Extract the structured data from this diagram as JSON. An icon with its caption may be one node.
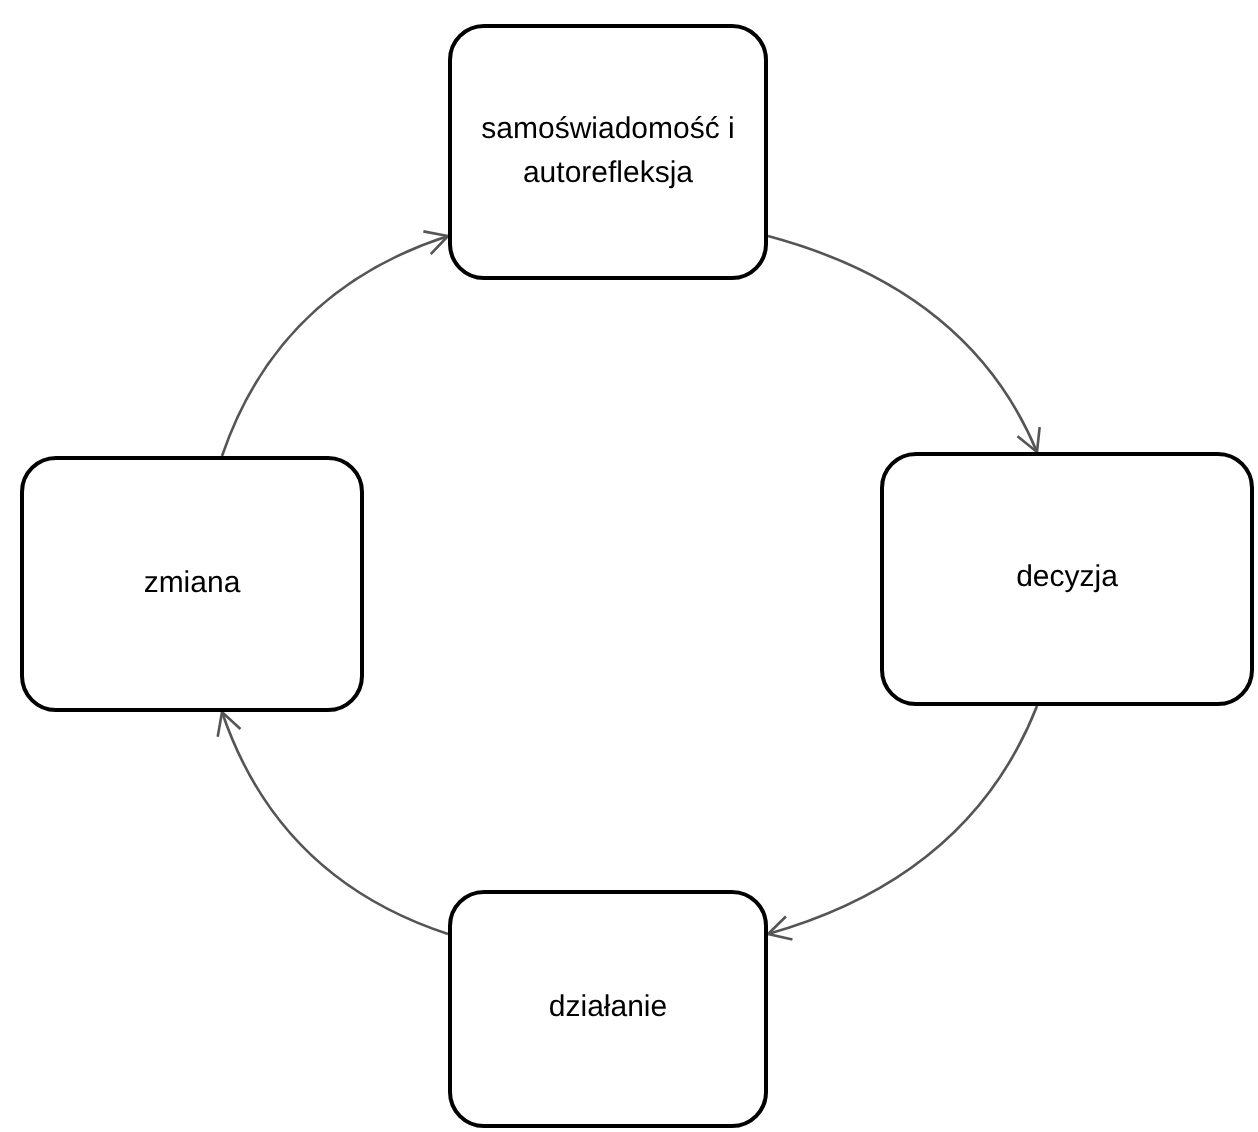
{
  "diagram": {
    "nodes": [
      {
        "text": [
          "samoświadomość i autorefleksja"
        ]
      },
      {
        "text": [
          "decyzja"
        ]
      },
      {
        "text": [
          "działanie"
        ]
      },
      {
        "text": [
          "zmiana"
        ]
      }
    ],
    "edges": [
      {
        "from": 0,
        "to": 1,
        "arrow": "to"
      },
      {
        "from": 1,
        "to": 2,
        "arrow": "to"
      },
      {
        "from": 2,
        "to": 3,
        "arrow": "to"
      },
      {
        "from": 3,
        "to": 0,
        "arrow": "to"
      }
    ]
  }
}
